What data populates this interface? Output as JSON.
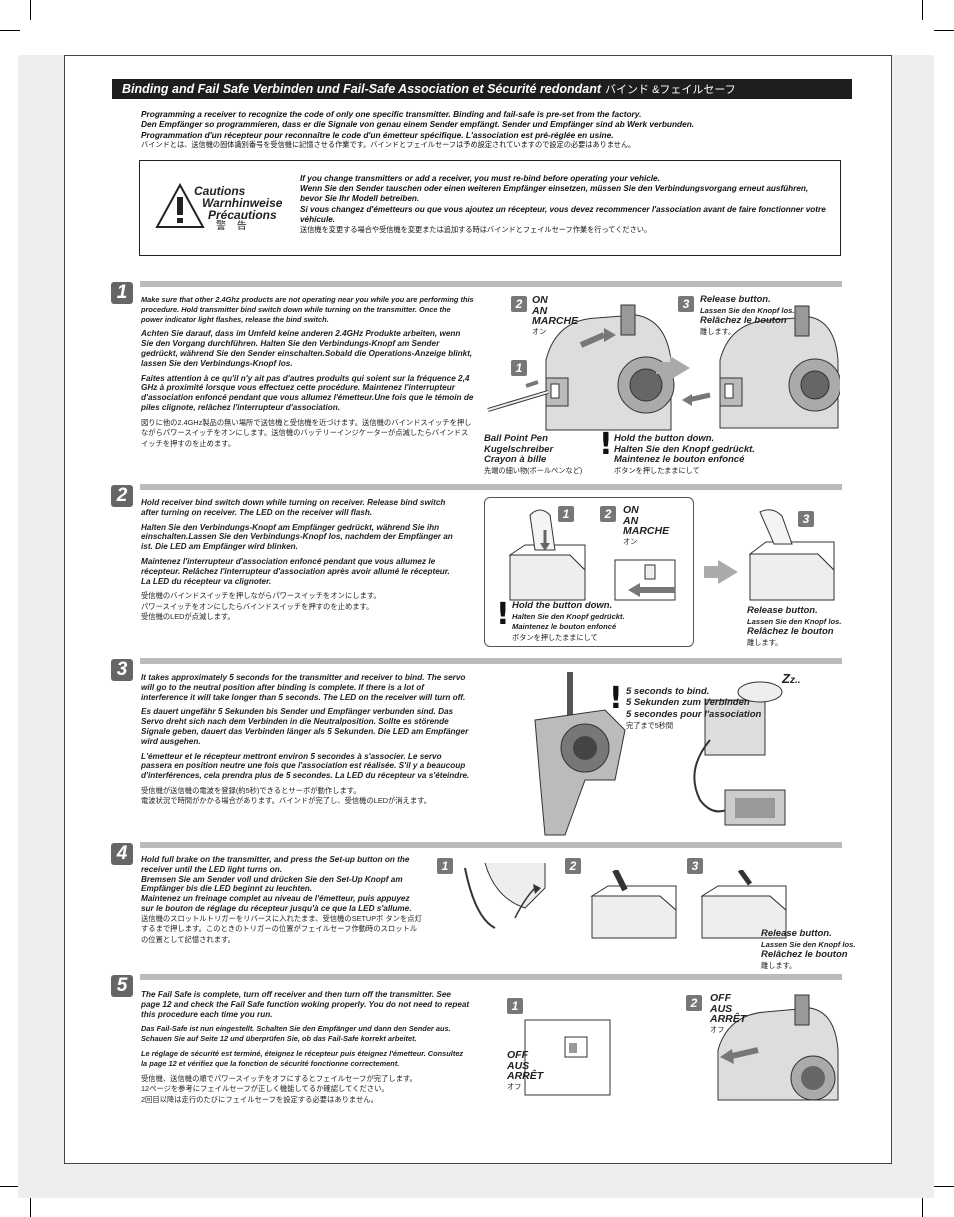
{
  "title": {
    "main": "Binding  and Fail Safe   Verbinden und Fail-Safe   Association et Sécurité redondant",
    "jp": "バインド &フェイルセーフ"
  },
  "intro": {
    "en": "Programming a receiver to recognize the code of only one specific transmitter. Binding and fail-safe is pre-set from the factory.",
    "de": "Den Empfänger so programmieren, dass er die Signale von genau einem Sender empfängt. Sender und Empfänger sind ab Werk verbunden.",
    "fr": "Programmation d'un récepteur pour reconnaître le code d'un émetteur spécifique. L'association est pré-réglée en usine.",
    "jp": "バインドとは、送信機の固体識別番号を受信機に記憶させる作業です。バインドとフェイルセーフは予め設定されていますので設定の必要はありません。"
  },
  "caution": {
    "label_en": "Cautions",
    "label_de": "Warnhinweise",
    "label_fr": "Précautions",
    "label_jp": "警 告",
    "en": "If you change transmitters or add a receiver, you must re-bind before operating your vehicle.",
    "de": "Wenn Sie den Sender tauschen oder einen weiteren Empfänger einsetzen, müssen Sie den Verbindungsvorgang erneut ausführen, bevor Sie Ihr Modell betreiben.",
    "fr": "Si vous changez d'émetteurs ou que vous ajoutez un récepteur, vous devez recommencer l'association avant de faire fonctionner votre véhicule.",
    "jp": "送信機を変更する場合や受信機を変更または追加する時はバインドとフェイルセーフ作業を行ってください。"
  },
  "steps": [
    {
      "number": "1",
      "en": "Make sure that other 2.4Ghz products are not operating near you while you are performing this procedure. Hold transmitter bind switch down while turning on the transmitter. Once the power indicator light flashes, release the bind switch.",
      "de": "Achten Sie darauf, dass im Umfeld keine anderen 2.4GHz Produkte arbeiten, wenn Sie den Vorgang durchführen. Halten Sie den Verbindungs-Knopf am Sender gedrückt, während Sie den Sender einschalten.Sobald die Operations-Anzeige blinkt, lassen Sie den Verbindungs-Knopf los.",
      "fr": "Faites attention à ce qu'il n'y ait pas d'autres produits qui soient sur la fréquence 2,4 GHz à proximité lorsque vous effectuez cette procédure. Maintenez l'interrupteur d'association enfoncé pendant que vous allumez l'émetteur.Une fois que le témoin de piles clignote, relâchez l'interrupteur d'association.",
      "jp": "図りに他の2.4GHz製品の無い場所で送信機と受信機を近づけます。送信機のバインドスイッチを押しながらパワースイッチをオンにします。送信機のバッテリーインジケーターが点滅したらバインドスイッチを押すのを止めます。",
      "fig": {
        "on_en": "ON",
        "on_de": "AN",
        "on_fr": "MARCHE",
        "on_jp": "オン",
        "release_en": "Release button.",
        "release_de": "Lassen Sie den Knopf los.",
        "release_fr": "Relâchez le bouton",
        "release_jp": "離します。",
        "pen_en": "Ball Point Pen",
        "pen_de": "Kugelschreiber",
        "pen_fr": "Crayon à bille",
        "pen_jp": "先端の細い物(ボールペンなど)",
        "hold_en": "Hold the button down.",
        "hold_de": "Halten Sie den Knopf gedrückt.",
        "hold_fr": "Maintenez le bouton enfoncé",
        "hold_jp": "ボタンを押したままにして",
        "b1": "1",
        "b2": "2",
        "b3": "3"
      }
    },
    {
      "number": "2",
      "en": "Hold receiver bind switch down while turning on receiver. Release bind switch after turning on receiver. The LED on the receiver will flash.",
      "de": "Halten Sie den Verbindungs-Knopf am Empfänger gedrückt, während Sie ihn einschalten.Lassen Sie den Verbindungs-Knopf los, nachdem der Empfänger an ist. Die LED am Empfänger wird blinken.",
      "fr": "Maintenez l'interrupteur d'association enfoncé pendant que vous allumez le récepteur. Relâchez l'interrupteur d'association après avoir allumé le récepteur. La LED du récepteur va clignoter.",
      "jp1": "受信機のバインドスイッチを押しながらパワースイッチをオンにします。",
      "jp2": "パワースイッチをオンにしたらバインドスイッチを押すのを止めます。",
      "jp3": "受信機のLEDが点滅します。",
      "fig": {
        "on_en": "ON",
        "on_de": "AN",
        "on_fr": "MARCHE",
        "on_jp": "オン",
        "hold_en": "Hold the button down.",
        "hold_de": "Halten Sie den Knopf gedrückt.",
        "hold_fr": "Maintenez le bouton enfoncé",
        "hold_jp": "ボタンを押したままにして",
        "release_en": "Release button.",
        "release_de": "Lassen Sie den Knopf los.",
        "release_fr": "Relâchez le bouton",
        "release_jp": "離します。",
        "b1": "1",
        "b2": "2",
        "b3": "3"
      }
    },
    {
      "number": "3",
      "en": "It takes approximately 5 seconds for the transmitter and receiver to bind. The servo will go to the neutral position after binding is complete. If there is a lot of interference it will take longer than 5 seconds. The LED on the receiver will turn off.",
      "de": "Es dauert ungefähr 5 Sekunden bis Sender und Empfänger verbunden sind. Das Servo dreht sich nach dem Verbinden in die Neutralposition. Sollte es störende Signale geben, dauert das Verbinden länger als 5 Sekunden. Die LED am Empfänger wird ausgehen.",
      "fr": "L'émetteur et le récepteur mettront environ 5 secondes à s'associer. Le servo passera en position neutre une fois que l'association est réalisée. S'il y a beaucoup d'interférences, cela prendra plus de 5 secondes. La LED du récepteur va s'éteindre.",
      "jp1": "受信機が送信機の電波を登録(約5秒)できるとサーボが動作します。",
      "jp2": "電波状況で時間がかかる場合があります。バインドが完了し、受信機のLEDが消えます。",
      "fig": {
        "t_en": "5 seconds to bind.",
        "t_de": "5 Sekunden zum Verbinden",
        "t_fr": "5 secondes pour l'association",
        "t_jp": "完了まで5秒間",
        "zz": "Z"
      }
    },
    {
      "number": "4",
      "en": "Hold full brake on the transmitter, and press the Set-up button on the receiver until the LED light turns on.",
      "de": "Bremsen Sie am Sender voll und drücken Sie den Set-Up Knopf am Empfänger bis die LED beginnt zu leuchten.",
      "fr": "Maintenez un freinage complet au niveau de l'émetteur, puis appuyez sur le bouton de réglage du récepteur jusqu'à ce que la LED s'allume.",
      "jp": "送信機のスロットルトリガーをリバースに入れたまま、受信機のSETUPボ タンを点灯するまで押します。このときのトリガーの位置がフェイルセーフ作動時のスロットルの位置として記憶されます。",
      "fig": {
        "release_en": "Release button.",
        "release_de": "Lassen Sie den Knopf los.",
        "release_fr": "Relâchez le bouton",
        "release_jp": "離します。",
        "b1": "1",
        "b2": "2",
        "b3": "3"
      }
    },
    {
      "number": "5",
      "en": "The Fail Safe is complete, turn off receiver and then turn off the transmitter. See page 12 and check the Fail Safe function woking properly. You do not need to repeat this procedure each time you run.",
      "de": "Das Fail-Safe ist nun eingestellt. Schalten Sie den Empfänger und dann den Sender aus. Schauen Sie auf Seite 12 und überprüfen Sie, ob das Fail-Safe korrekt arbeitet.",
      "fr": "Le réglage de sécurité est terminé, éteignez le récepteur puis éteignez l'émetteur. Consultez la page 12 et vérifiez que la fonction de sécurité fonctionne correctement.",
      "jp1": "受信機、送信機の順でパワースイッチをオフにするとフェイルセーフが完了します。",
      "jp2": "12ページを参考にフェイルセーフが正しく機能してるか確認してください。",
      "jp3": "2回目以降は走行のたびにフェイルセーフを設定する必要はありません。",
      "fig": {
        "off_en": "OFF",
        "off_de": "AUS",
        "off_fr": "ARRÊT",
        "off_jp": "オフ",
        "b1": "1",
        "b2": "2"
      }
    }
  ]
}
